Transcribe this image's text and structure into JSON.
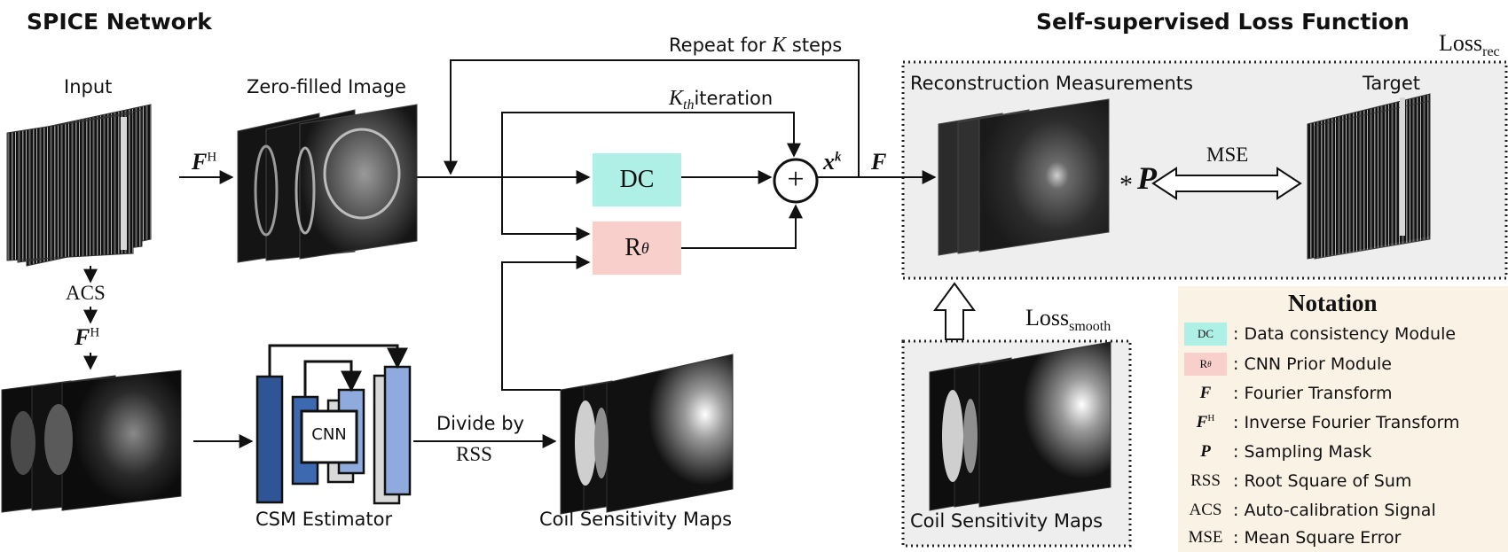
{
  "titles": {
    "left": "SPICE Network",
    "right": "Self-supervised Loss Function"
  },
  "labels": {
    "input": "Input",
    "zero_filled": "Zero-filled Image",
    "repeat_prefix": "Repeat for",
    "repeat_var": "K",
    "repeat_suffix": "steps",
    "kth_var": "K",
    "kth_sub": "th",
    "kth_suffix": "iteration",
    "fh_main": "F",
    "fh_sup": "H",
    "xk_main": "x",
    "xk_sup": "k",
    "f_main": "F",
    "acs": "ACS",
    "fh2_main": "F",
    "fh2_sup": "H",
    "cnn": "CNN",
    "csm_estimator": "CSM Estimator",
    "divide_by": "Divide by",
    "rss": "RSS",
    "coil_maps_left": "Coil Sensitivity Maps",
    "coil_maps_right": "Coil Sensitivity Maps",
    "recon_meas": "Reconstruction Measurements",
    "target": "Target",
    "mse": "MSE",
    "star": "*",
    "p_main": "P",
    "loss_rec_main": "Loss",
    "loss_rec_sub": "rec",
    "loss_smooth_main": "Loss",
    "loss_smooth_sub": "smooth"
  },
  "modules": {
    "dc": {
      "label": "DC",
      "color": "#aef0e6"
    },
    "r_theta": {
      "label_main": "R",
      "label_sub": "θ",
      "color": "#f8cfcb"
    },
    "plus": "+"
  },
  "notation": {
    "title": "Notation",
    "background": "#fbf2e6",
    "items": [
      {
        "symbol": "DC",
        "sub": "",
        "chip_color": "#aef0e6",
        "text": ": Data consistency Module"
      },
      {
        "symbol": "R",
        "sub": "θ",
        "chip_color": "#f8cfcb",
        "text": ": CNN Prior Module"
      },
      {
        "symbol": "F",
        "sub": "",
        "chip_color": "",
        "text": ": Fourier Transform"
      },
      {
        "symbol": "F",
        "sup": "H",
        "chip_color": "",
        "text": ": Inverse Fourier Transform"
      },
      {
        "symbol": "P",
        "sub": "",
        "chip_color": "",
        "text": ": Sampling Mask"
      },
      {
        "symbol": "RSS",
        "sub": "",
        "chip_color": "",
        "text": ": Root Square of Sum"
      },
      {
        "symbol": "ACS",
        "sub": "",
        "chip_color": "",
        "text": ": Auto-calibration Signal"
      },
      {
        "symbol": "MSE",
        "sub": "",
        "chip_color": "",
        "text": ": Mean Square Error"
      }
    ]
  },
  "colors": {
    "csm_dark_blue": "#2f5597",
    "csm_mid_blue": "#3d69b0",
    "csm_light_blue": "#8faadc",
    "csm_gray": "#d9d9d9",
    "loss_bg": "#eeeeee"
  }
}
